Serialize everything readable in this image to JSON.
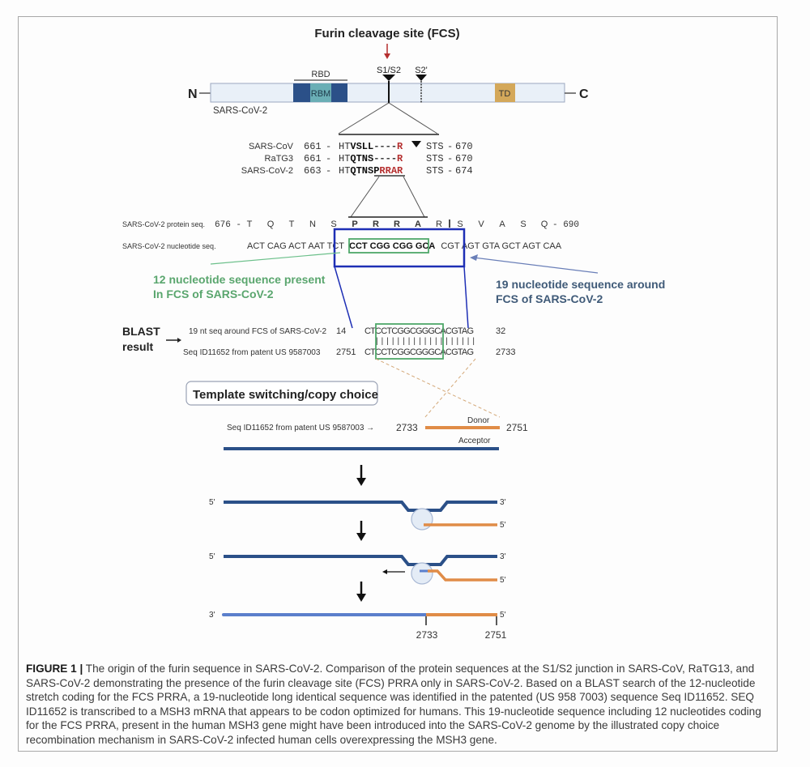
{
  "figure": {
    "title": "Furin cleavage site (FCS)",
    "spike": {
      "n_label": "N",
      "c_label": "C",
      "virus_label": "SARS-CoV-2",
      "rbd_label": "RBD",
      "rbm_label": "RBM",
      "td_label": "TD",
      "s1s2_label": "S1/S2",
      "s2prime_label": "S2'"
    },
    "alignment": [
      {
        "name": "SARS-CoV",
        "start": "661",
        "seq_prefix": "HT",
        "seq_bold": "VSLL",
        "seq_gap": "----",
        "seq_red": "R",
        "seq_suffix": "STS",
        "end": "670"
      },
      {
        "name": "RaTG3",
        "start": "661",
        "seq_prefix": "HT",
        "seq_bold": "QTNS",
        "seq_gap": "----",
        "seq_red": "R",
        "seq_suffix": "STS",
        "end": "670"
      },
      {
        "name": "SARS-CoV-2",
        "start": "663",
        "seq_prefix": "HT",
        "seq_bold": "QTNSP",
        "seq_gap": "",
        "seq_red": "RRAR",
        "seq_suffix": "STS",
        "end": "674"
      }
    ],
    "protein_seq": {
      "label": "SARS-CoV-2 protein seq.",
      "start": "676 -",
      "residues": [
        "T",
        "Q",
        "T",
        "N",
        "S",
        "P",
        "R",
        "R",
        "A",
        "R",
        "S",
        "V",
        "A",
        "S",
        "Q"
      ],
      "end": "- 690"
    },
    "nucleotide_seq": {
      "label": "SARS-CoV-2 nucleotide seq.",
      "codons_before": "ACT CAG ACT AAT TCT",
      "codons_fcs": "CCT CGG CGG GCA",
      "codons_after": "CGT AGT GTA GCT AGT CAA"
    },
    "annotation_12nt": {
      "line1": "12 nucleotide sequence present",
      "line2": "In FCS of SARS-CoV-2",
      "color": "#5aa66e"
    },
    "annotation_19nt": {
      "line1": "19 nucleotide sequence around",
      "line2": "FCS of SARS-CoV-2",
      "color": "#3f5a78"
    },
    "blast": {
      "label_line1": "BLAST",
      "label_line2": "result",
      "query_label": "19 nt seq around FCS of SARS-CoV-2",
      "query_start": "14",
      "query_seq": "CTCCTCGGCGGGCACGTAG",
      "query_end": "32",
      "match_bars": "|||||||||||||||||||",
      "subject_label": "Seq ID11652 from patent US 9587003",
      "subject_start": "2751",
      "subject_seq": "CTCCTCGGCGGGCACGTAG",
      "subject_end": "2733"
    },
    "template_switching": {
      "box_label": "Template switching/copy choice",
      "seq_label": "Seq ID11652 from patent  US 9587003 →",
      "donor_start": "2733",
      "donor_end": "2751",
      "donor_label": "Donor",
      "acceptor_label": "Acceptor"
    },
    "strand_labels": {
      "five_prime": "5'",
      "three_prime": "3'"
    },
    "final_positions": [
      "2733",
      "2751"
    ],
    "colors": {
      "strand_blue": "#2b5088",
      "strand_light_blue": "#5b7fcc",
      "donor_orange": "#e08c47",
      "rbd_dark": "#2b5088",
      "rbm_teal": "#6aaeb5",
      "td_gold": "#d4a85a",
      "fcs_red": "#b52f2f",
      "box_blue": "#1e2fb5",
      "box_green": "#4fa86a"
    }
  },
  "caption": {
    "label": "FIGURE 1 |",
    "text": " The origin of the furin sequence in SARS-CoV-2. Comparison of the protein sequences at the S1/S2 junction in SARS-CoV, RaTG13, and SARS-CoV-2 demonstrating the presence of the furin cleavage site (FCS) PRRA only in SARS-CoV-2. Based on a BLAST search of the 12-nucleotide stretch coding for the FCS PRRA, a 19-nucleotide long identical sequence was identified in the patented (US 958 7003) sequence Seq ID11652. SEQ ID11652 is transcribed to a MSH3 mRNA that appears to be codon optimized for humans. This 19-nucleotide sequence including 12 nucleotides coding for the FCS PRRA, present in the human MSH3 gene might have been introduced into the SARS-CoV-2 genome by the illustrated copy choice recombination mechanism in SARS-CoV-2 infected human cells overexpressing the MSH3 gene."
  }
}
